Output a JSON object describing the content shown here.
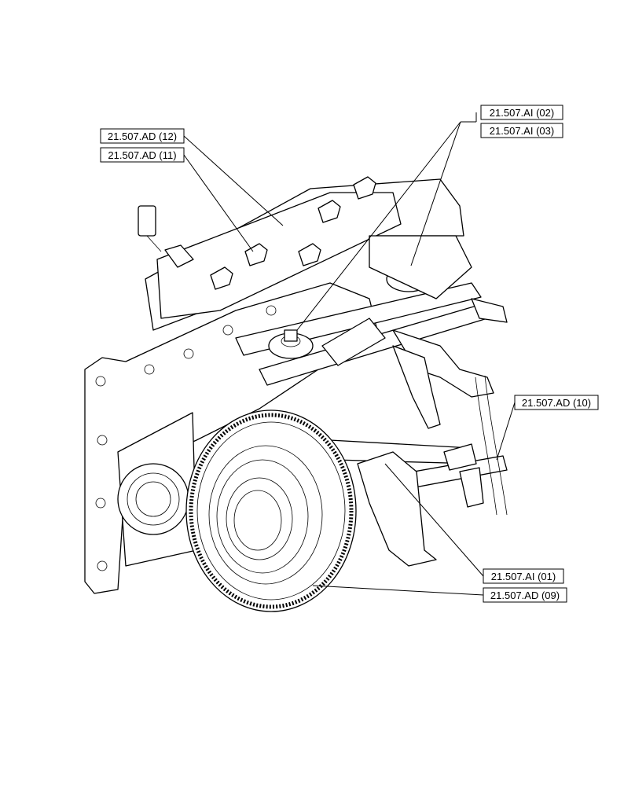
{
  "callouts": {
    "ad12": "21.507.AD (12)",
    "ad11": "21.507.AD (11)",
    "ai02": "21.507.AI (02)",
    "ai03": "21.507.AI (03)",
    "ad10": "21.507.AD (10)",
    "ai01": "21.507.AI (01)",
    "ad09": "21.507.AD (09)"
  },
  "colors": {
    "line": "#000000",
    "background": "#ffffff"
  }
}
